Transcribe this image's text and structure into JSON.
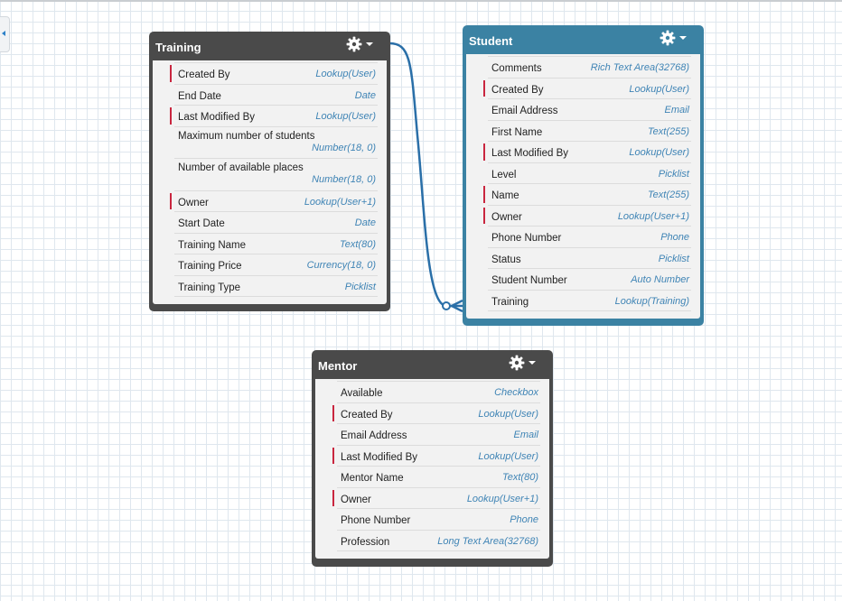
{
  "objects": {
    "training": {
      "title": "Training",
      "fields": [
        {
          "name": "Created By",
          "type": "Lookup(User)",
          "required": true
        },
        {
          "name": "End Date",
          "type": "Date",
          "required": false
        },
        {
          "name": "Last Modified By",
          "type": "Lookup(User)",
          "required": true
        },
        {
          "name": "Maximum number of students",
          "type": "Number(18, 0)",
          "required": false
        },
        {
          "name": "Number of available places",
          "type": "Number(18, 0)",
          "required": false
        },
        {
          "name": "Owner",
          "type": "Lookup(User+1)",
          "required": true
        },
        {
          "name": "Start Date",
          "type": "Date",
          "required": false
        },
        {
          "name": "Training Name",
          "type": "Text(80)",
          "required": false
        },
        {
          "name": "Training Price",
          "type": "Currency(18, 0)",
          "required": false
        },
        {
          "name": "Training Type",
          "type": "Picklist",
          "required": false
        }
      ]
    },
    "student": {
      "title": "Student",
      "fields": [
        {
          "name": "Comments",
          "type": "Rich Text Area(32768)",
          "required": false
        },
        {
          "name": "Created By",
          "type": "Lookup(User)",
          "required": true
        },
        {
          "name": "Email Address",
          "type": "Email",
          "required": false
        },
        {
          "name": "First Name",
          "type": "Text(255)",
          "required": false
        },
        {
          "name": "Last Modified By",
          "type": "Lookup(User)",
          "required": true
        },
        {
          "name": "Level",
          "type": "Picklist",
          "required": false
        },
        {
          "name": "Name",
          "type": "Text(255)",
          "required": true
        },
        {
          "name": "Owner",
          "type": "Lookup(User+1)",
          "required": true
        },
        {
          "name": "Phone Number",
          "type": "Phone",
          "required": false
        },
        {
          "name": "Status",
          "type": "Picklist",
          "required": false
        },
        {
          "name": "Student Number",
          "type": "Auto Number",
          "required": false
        },
        {
          "name": "Training",
          "type": "Lookup(Training)",
          "required": false
        }
      ]
    },
    "mentor": {
      "title": "Mentor",
      "fields": [
        {
          "name": "Available",
          "type": "Checkbox",
          "required": false
        },
        {
          "name": "Created By",
          "type": "Lookup(User)",
          "required": true
        },
        {
          "name": "Email Address",
          "type": "Email",
          "required": false
        },
        {
          "name": "Last Modified By",
          "type": "Lookup(User)",
          "required": true
        },
        {
          "name": "Mentor Name",
          "type": "Text(80)",
          "required": false
        },
        {
          "name": "Owner",
          "type": "Lookup(User+1)",
          "required": true
        },
        {
          "name": "Phone Number",
          "type": "Phone",
          "required": false
        },
        {
          "name": "Profession",
          "type": "Long Text Area(32768)",
          "required": false
        }
      ]
    }
  },
  "relationship": {
    "from": "Training",
    "to": "Student"
  },
  "icons": {
    "object_menu": "gear-icon",
    "menu_caret": "caret-down-icon",
    "panel_toggle": "collapse-left-icon"
  },
  "colors": {
    "custom_header": "#3b82a3",
    "standard_header": "#4a4a4a",
    "required_marker": "#c9263f",
    "field_type": "#3f84b5",
    "relationship_line": "#2a6fa8"
  }
}
